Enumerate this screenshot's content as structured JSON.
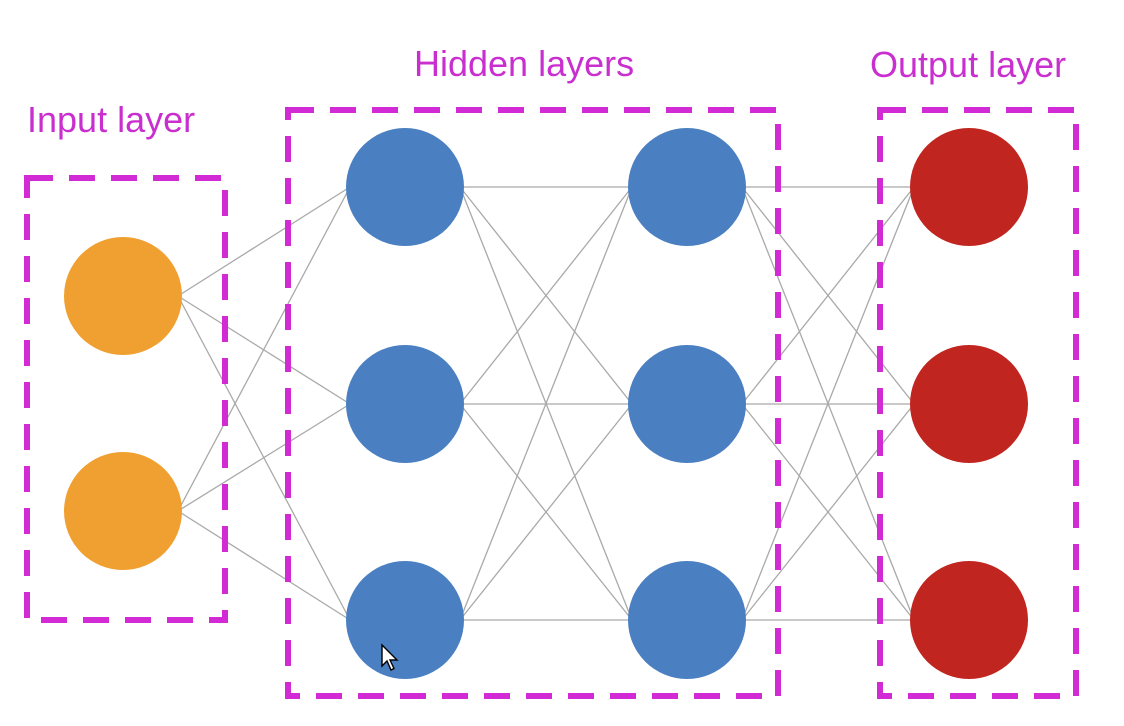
{
  "diagram": {
    "labels": {
      "input": "Input layer",
      "hidden": "Hidden layers",
      "output": "Output layer"
    },
    "colors": {
      "box_stroke": "#d22bd6",
      "label_text": "#c92fcf",
      "input_node": "#f0a030",
      "hidden_node": "#4a7fc1",
      "output_node": "#c1251f",
      "edge": "#a9a9a9"
    },
    "layers": [
      {
        "name": "input",
        "node_count": 2
      },
      {
        "name": "hidden-1",
        "node_count": 3
      },
      {
        "name": "hidden-2",
        "node_count": 3
      },
      {
        "name": "output",
        "node_count": 3
      }
    ],
    "connectivity": "fully-connected",
    "cursor": "arrow-pointer"
  }
}
